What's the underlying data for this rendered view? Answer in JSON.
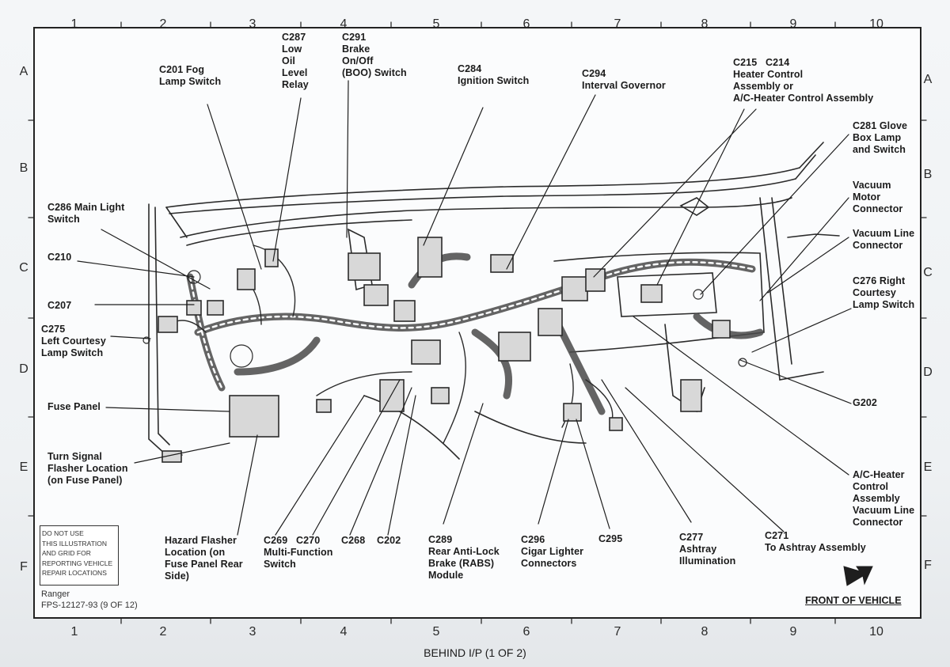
{
  "columns": [
    "1",
    "2",
    "3",
    "4",
    "5",
    "6",
    "7",
    "8",
    "9",
    "10"
  ],
  "rows": [
    "A",
    "B",
    "C",
    "D",
    "E",
    "F"
  ],
  "labels": {
    "c201": "C201 Fog\nLamp Switch",
    "c287": "C287\nLow\nOil\nLevel\nRelay",
    "c291": "C291\nBrake\nOn/Off\n(BOO) Switch",
    "c284": "C284\nIgnition Switch",
    "c294": "C294\nInterval Governor",
    "c215": "C215   C214\nHeater Control\nAssembly or\nA/C-Heater Control Assembly",
    "c281": "C281 Glove\nBox Lamp\nand Switch",
    "vacmotor": "Vacuum\nMotor\nConnector",
    "vacline": "Vacuum Line\nConnector",
    "c276": "C276 Right\nCourtesy\nLamp Switch",
    "g202": "G202",
    "achvac": "A/C-Heater\nControl\nAssembly\nVacuum Line\nConnector",
    "c271": "C271\nTo Ashtray Assembly",
    "c277": "C277\nAshtray\nIllumination",
    "c295": "C295",
    "c296": "C296\nCigar Lighter\nConnectors",
    "c289": "C289\nRear Anti-Lock\nBrake (RABS)\nModule",
    "c202": "C202",
    "c268": "C268",
    "c269": "C269   C270\nMulti-Function\nSwitch",
    "hazard": "Hazard Flasher\nLocation (on\nFuse Panel Rear\nSide)",
    "turn": "Turn Signal\nFlasher Location\n(on Fuse Panel)",
    "fuse": "Fuse Panel",
    "c275": "C275\nLeft Courtesy\nLamp Switch",
    "c207": "C207",
    "c210": "C210",
    "c286": "C286 Main Light\nSwitch"
  },
  "notice": "DO NOT USE\nTHIS ILLUSTRATION\nAND GRID FOR\nREPORTING VEHICLE\nREPAIR LOCATIONS",
  "model": "Ranger\nFPS-12127-93 (9 OF 12)",
  "front": "FRONT OF VEHICLE",
  "footer": "BEHIND I/P (1 OF 2)"
}
